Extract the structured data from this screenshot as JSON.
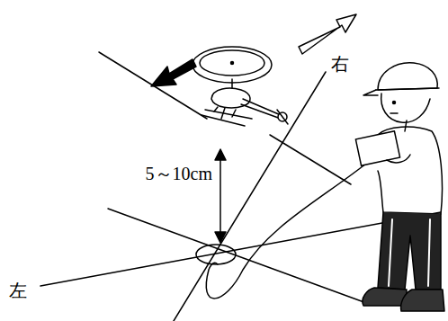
{
  "diagram": {
    "labels": [
      "右",
      "5～10cm",
      "左"
    ]
  }
}
